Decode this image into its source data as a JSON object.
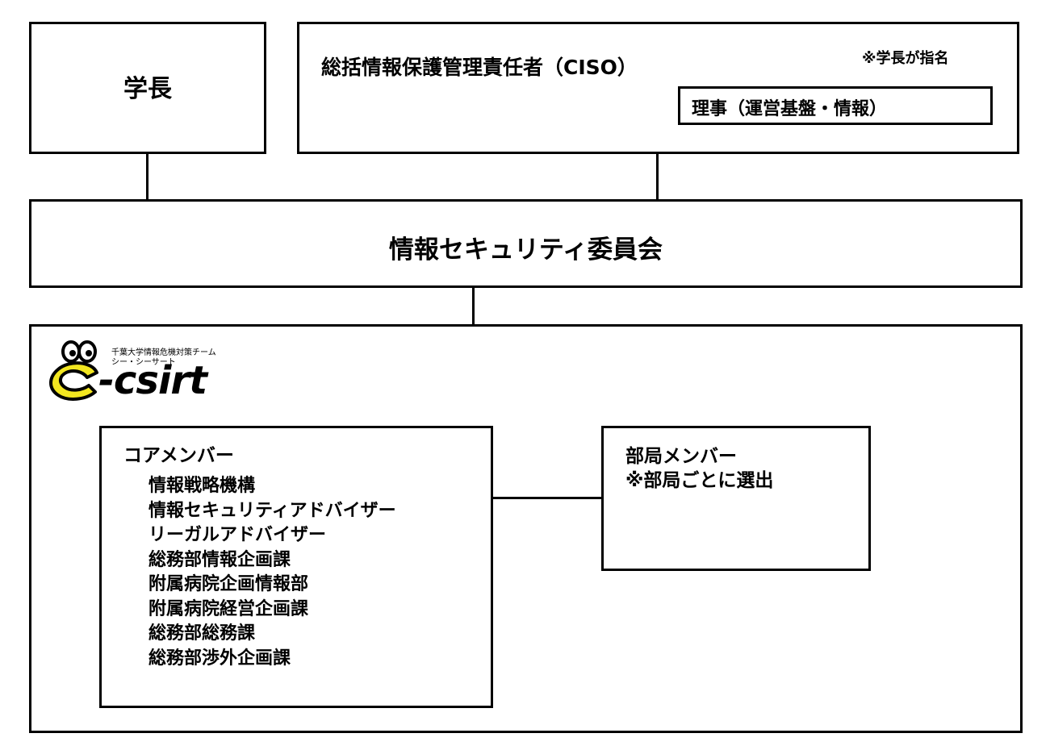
{
  "president": {
    "label": "学長"
  },
  "ciso": {
    "title": "総括情報保護管理責任者（CISO）",
    "note": "※学長が指名",
    "director": "理事（運営基盤・情報）"
  },
  "committee": {
    "label": "情報セキュリティ委員会"
  },
  "csirt": {
    "logo": {
      "wordmark": "-csirt",
      "subtitle_1": "千葉大学情報危機対策チーム",
      "subtitle_2": "シー・シーサート",
      "colors": {
        "mascot_fill": "#f2e620",
        "outline": "#000000"
      }
    },
    "core": {
      "heading": "コアメンバー",
      "members": [
        "情報戦略機構",
        "情報セキュリティアドバイザー",
        "リーガルアドバイザー",
        "総務部情報企画課",
        "附属病院企画情報部",
        "附属病院経営企画課",
        "総務部総務課",
        "総務部渉外企画課"
      ]
    },
    "department": {
      "heading": "部局メンバー",
      "note": "※部局ごとに選出"
    }
  }
}
